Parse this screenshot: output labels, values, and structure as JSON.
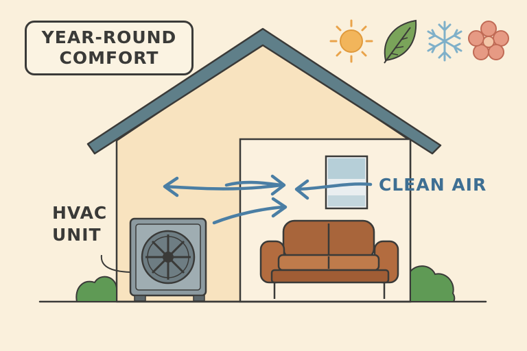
{
  "title": {
    "line1": "YEAR-ROUND",
    "line2": "COMFORT"
  },
  "labels": {
    "clean_air": "CLEAN AIR",
    "hvac_line1": "HVAC",
    "hvac_line2": "UNIT"
  },
  "icons": [
    "sun-icon",
    "leaf-icon",
    "snowflake-icon",
    "flower-icon"
  ],
  "colors": {
    "background": "#faf0dc",
    "house_wall": "#f8e3bf",
    "roof": "#5f7f89",
    "arrow": "#4a7ea4",
    "sofa": "#b36c3f",
    "outline": "#3a3a38",
    "bush": "#5f9a55",
    "hvac_unit": "#8c9aa0"
  }
}
